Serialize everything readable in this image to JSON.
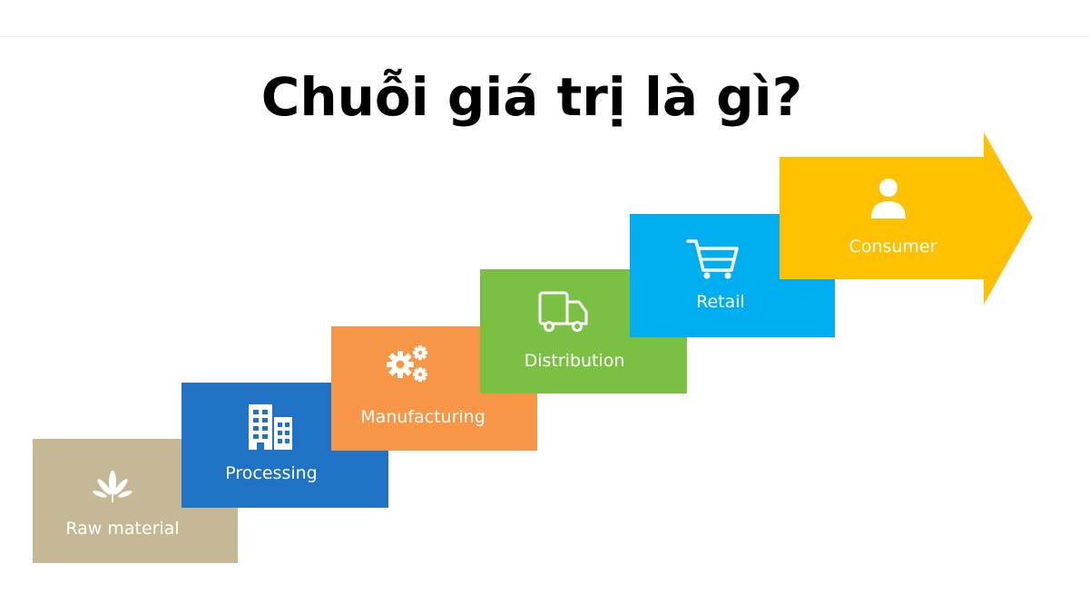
{
  "title": "Chuỗi giá trị là gì?",
  "steps": [
    {
      "label": "Raw material",
      "icon": "leaf-icon",
      "color": "#C5B995"
    },
    {
      "label": "Processing",
      "icon": "building-icon",
      "color": "#1F72C4"
    },
    {
      "label": "Manufacturing",
      "icon": "gears-icon",
      "color": "#F79646"
    },
    {
      "label": "Distribution",
      "icon": "truck-icon",
      "color": "#7AC143"
    },
    {
      "label": "Retail",
      "icon": "cart-icon",
      "color": "#00AEEF"
    },
    {
      "label": "Consumer",
      "icon": "person-icon",
      "color": "#FFC000"
    }
  ],
  "shadow_color": "#243A5E"
}
